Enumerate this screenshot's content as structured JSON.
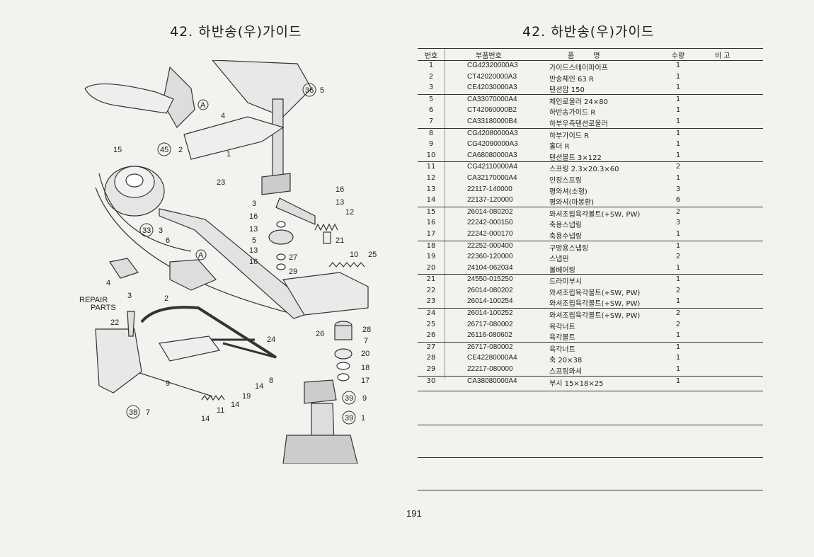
{
  "left_title": "42. 하반송(우)가이드",
  "right_title": "42. 하반송(우)가이드",
  "page_number": "191",
  "diagram": {
    "callouts": [
      "36",
      "5",
      "4",
      "A",
      "1",
      "15",
      "45",
      "2",
      "23",
      "16",
      "13",
      "3",
      "16",
      "13",
      "12",
      "5",
      "21",
      "33",
      "3",
      "6",
      "13",
      "16",
      "27",
      "29",
      "10",
      "25",
      "A",
      "4",
      "3",
      "2",
      "22",
      "24",
      "26",
      "28",
      "7",
      "20",
      "18",
      "17",
      "9",
      "14",
      "8",
      "19",
      "14",
      "11",
      "14",
      "39",
      "9",
      "39",
      "1",
      "38",
      "7"
    ],
    "repair_parts_label_1": "REPAIR",
    "repair_parts_label_2": "PARTS"
  },
  "table": {
    "headers": {
      "no": "번호",
      "part": "부품번호",
      "name": "품 명",
      "qty": "수량",
      "note": "비 고"
    },
    "rows": [
      {
        "no": "1",
        "part": "CG42320000A3",
        "name": "가이드스테이파이프",
        "qty": "1"
      },
      {
        "no": "2",
        "part": "CT42020000A3",
        "name": "반송체인 63 R",
        "qty": "1"
      },
      {
        "no": "3",
        "part": "CE42030000A3",
        "name": "텐션암 150",
        "qty": "1"
      },
      {
        "no": "5",
        "part": "CA33070000A4",
        "name": "체인로울러 24×80",
        "qty": "1"
      },
      {
        "no": "6",
        "part": "CT42060000B2",
        "name": "하반송가이드 R",
        "qty": "1"
      },
      {
        "no": "7",
        "part": "CA33180000B4",
        "name": "하부우측텐션로울러",
        "qty": "1"
      },
      {
        "no": "8",
        "part": "CG42080000A3",
        "name": "하부가이드 R",
        "qty": "1"
      },
      {
        "no": "9",
        "part": "CG42090000A3",
        "name": "홀더 R",
        "qty": "1"
      },
      {
        "no": "10",
        "part": "CA68080000A3",
        "name": "텐션볼트 3×122",
        "qty": "1"
      },
      {
        "no": "11",
        "part": "CG42110000A4",
        "name": "스프링 2.3×20.3×60",
        "qty": "2"
      },
      {
        "no": "12",
        "part": "CA32170000A4",
        "name": "인장스프링",
        "qty": "1"
      },
      {
        "no": "13",
        "part": "22117-140000",
        "name": "평와셔(소형)",
        "qty": "3"
      },
      {
        "no": "14",
        "part": "22137-120000",
        "name": "평와셔(마봉환)",
        "qty": "6"
      },
      {
        "no": "15",
        "part": "26014-080202",
        "name": "와셔조립육각볼트(+SW, PW)",
        "qty": "2"
      },
      {
        "no": "16",
        "part": "22242-000150",
        "name": "축용스냅링",
        "qty": "3"
      },
      {
        "no": "17",
        "part": "22242-000170",
        "name": "축용수냅링",
        "qty": "1"
      },
      {
        "no": "18",
        "part": "22252-000400",
        "name": "구멍용스냅링",
        "qty": "1"
      },
      {
        "no": "19",
        "part": "22360-120000",
        "name": "스냅핀",
        "qty": "2"
      },
      {
        "no": "20",
        "part": "24104-062034",
        "name": "볼베어링",
        "qty": "1"
      },
      {
        "no": "21",
        "part": "24550-015250",
        "name": "드라이부시",
        "qty": "1"
      },
      {
        "no": "22",
        "part": "26014-080202",
        "name": "와셔조립육각볼트(+SW, PW)",
        "qty": "2"
      },
      {
        "no": "23",
        "part": "26014-100254",
        "name": "와셔조립육각볼트(+SW, PW)",
        "qty": "1"
      },
      {
        "no": "24",
        "part": "26014-100252",
        "name": "와셔조립육각볼트(+SW, PW)",
        "qty": "2"
      },
      {
        "no": "25",
        "part": "26717-080002",
        "name": "육각너트",
        "qty": "2"
      },
      {
        "no": "26",
        "part": "26116-080602",
        "name": "육각볼트",
        "qty": "1"
      },
      {
        "no": "27",
        "part": "26717-080002",
        "name": "육각너트",
        "qty": "1"
      },
      {
        "no": "28",
        "part": "CE42280000A4",
        "name": "축 20×38",
        "qty": "1"
      },
      {
        "no": "29",
        "part": "22217-080000",
        "name": "스프링와셔",
        "qty": "1"
      },
      {
        "no": "30",
        "part": "CA38080000A4",
        "name": "부시 15×18×25",
        "qty": "1"
      }
    ]
  }
}
